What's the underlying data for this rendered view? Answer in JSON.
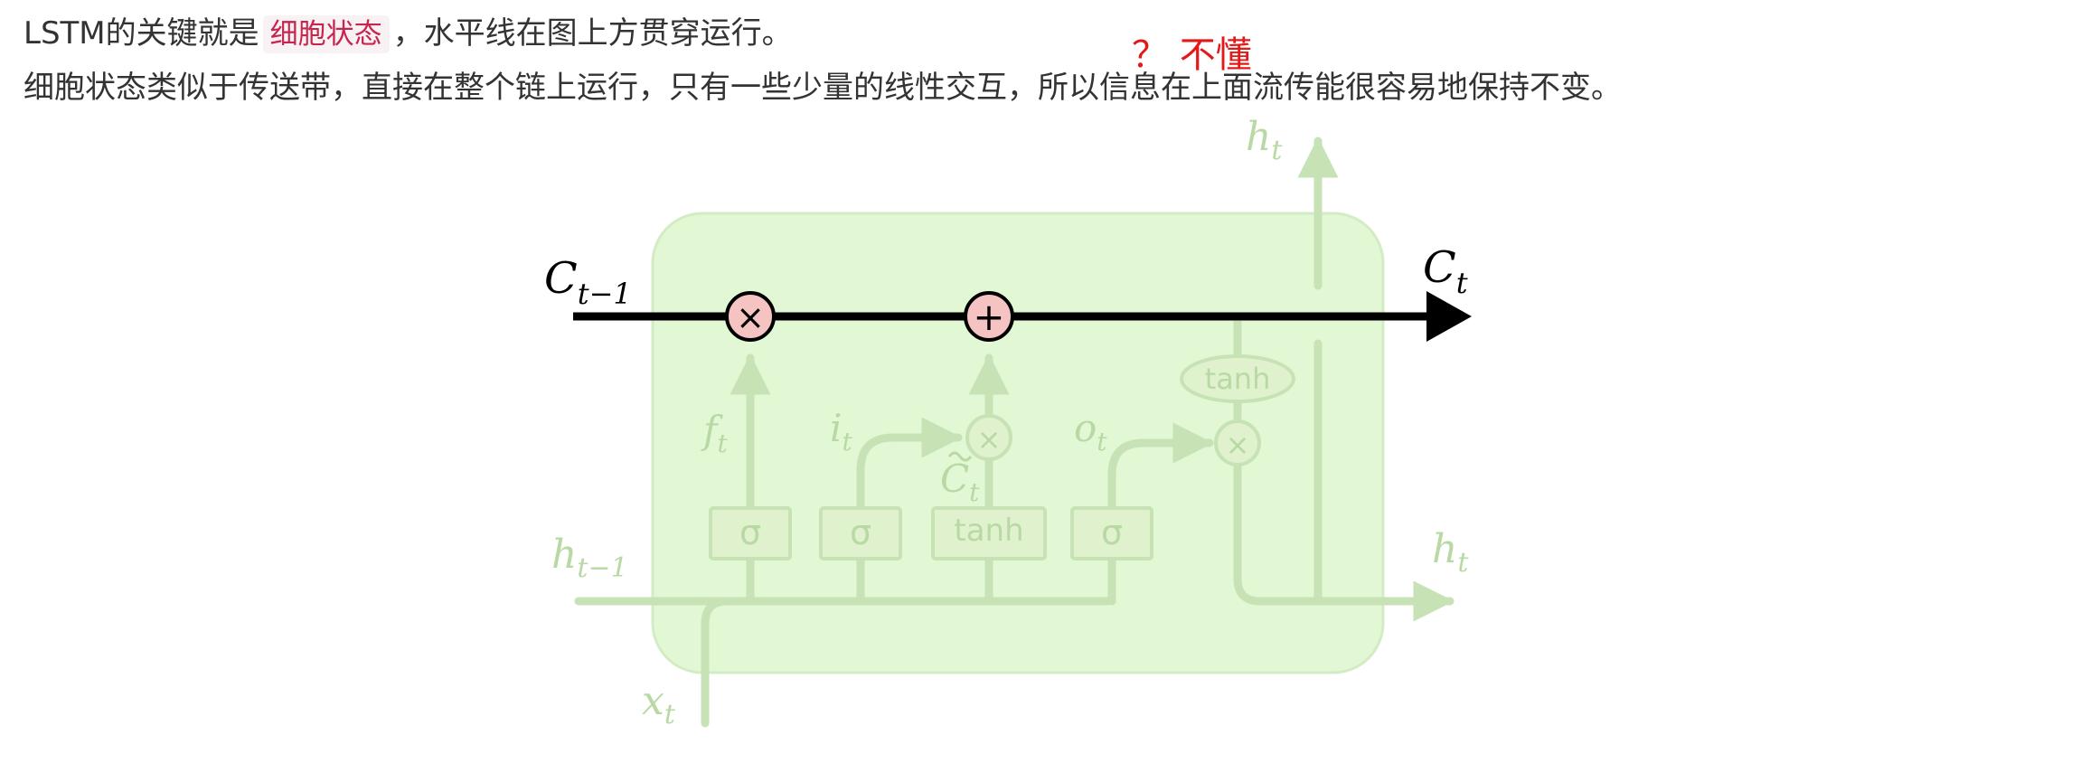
{
  "text": {
    "line1_a": "LSTM的关键就是",
    "line1_code": "细胞状态",
    "line1_b": "，水平线在图上方贯穿运行。",
    "line2": "细胞状态类似于传送带，直接在整个链上运行，只有一些少量的线性交互，所以信息在上面流传能很容易地保持不变。"
  },
  "annotation": {
    "text": "？ 不懂",
    "color": "#e31818"
  },
  "diagram": {
    "labels": {
      "c_prev": "C",
      "c_prev_sub": "t−1",
      "c_next": "C",
      "c_next_sub": "t",
      "h_top": "h",
      "h_top_sub": "t",
      "h_out": "h",
      "h_out_sub": "t",
      "h_prev": "h",
      "h_prev_sub": "t−1",
      "x_in": "x",
      "x_in_sub": "t",
      "f_gate": "f",
      "f_gate_sub": "t",
      "i_gate": "i",
      "i_gate_sub": "t",
      "c_tilde": "C",
      "c_tilde_sub": "t",
      "o_gate": "o",
      "o_gate_sub": "t"
    },
    "ops": {
      "multiply": "×",
      "add": "+"
    },
    "layers": {
      "sigma": "σ",
      "tanh": "tanh"
    },
    "colors": {
      "cell_fill": "#e2f7d4",
      "faded_line": "#c7e3b6",
      "faded_text": "#b9d9a4",
      "cell_state": "#000000",
      "op_fill": "#f5c3c1"
    }
  }
}
